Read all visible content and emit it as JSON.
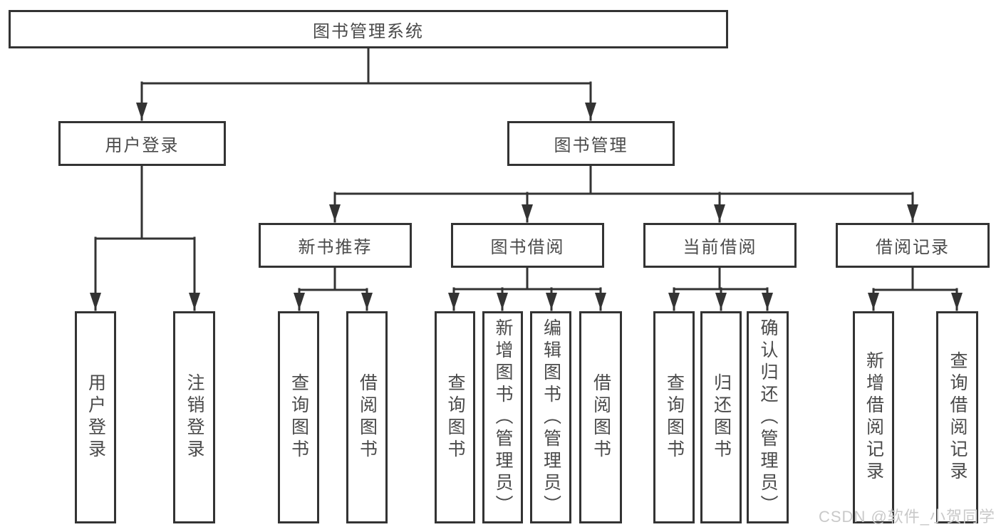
{
  "meta": {
    "watermark": "CSDN @软件_小贺同学"
  },
  "colors": {
    "line": "#333333",
    "text": "#4a4a4a",
    "box_background": "#ffffff",
    "page_background": "#ffffff",
    "watermark": "#c9c9c9"
  },
  "tree": {
    "label": "图书管理系统",
    "children": [
      {
        "label": "用户登录",
        "children": [
          {
            "label": "用户登录"
          },
          {
            "label": "注销登录"
          }
        ]
      },
      {
        "label": "图书管理",
        "children": [
          {
            "label": "新书推荐",
            "children": [
              {
                "label": "查询图书"
              },
              {
                "label": "借阅图书"
              }
            ]
          },
          {
            "label": "图书借阅",
            "children": [
              {
                "label": "查询图书"
              },
              {
                "label": "新增图书（管理员）"
              },
              {
                "label": "编辑图书（管理员）"
              },
              {
                "label": "借阅图书"
              }
            ]
          },
          {
            "label": "当前借阅",
            "children": [
              {
                "label": "查询图书"
              },
              {
                "label": "归还图书"
              },
              {
                "label": "确认归还（管理员）"
              }
            ]
          },
          {
            "label": "借阅记录",
            "children": [
              {
                "label": "新增借阅记录"
              },
              {
                "label": "查询借阅记录"
              }
            ]
          }
        ]
      }
    ]
  }
}
